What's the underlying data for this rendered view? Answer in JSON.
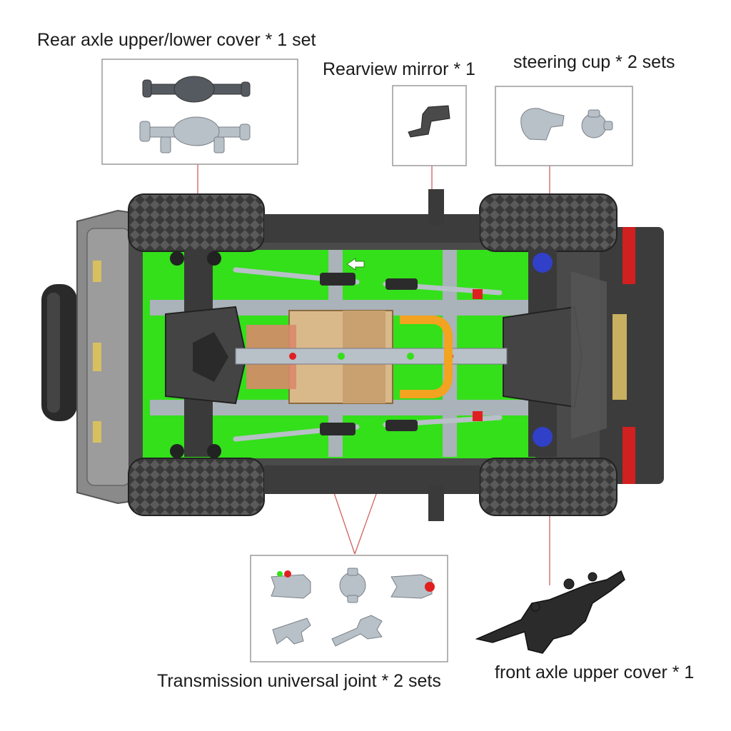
{
  "labels": {
    "rear_axle_cover": "Rear axle upper/lower cover * 1 set",
    "rearview_mirror": "Rearview mirror * 1",
    "steering_cup": "steering cup * 2 sets",
    "universal_joint": "Transmission universal joint * 2 sets",
    "front_axle_cover": "front axle upper cover * 1"
  },
  "colors": {
    "chassis_green": "#33e01a",
    "part_gray": "#b8c0c8",
    "dark_part": "#2b2b2b",
    "tire": "#3a3a3a",
    "gold_gear": "#d9b98a",
    "orange_bar": "#f2a320",
    "red_accent": "#e02020",
    "blue_accent": "#2030c0",
    "leader_line": "#d06060"
  }
}
